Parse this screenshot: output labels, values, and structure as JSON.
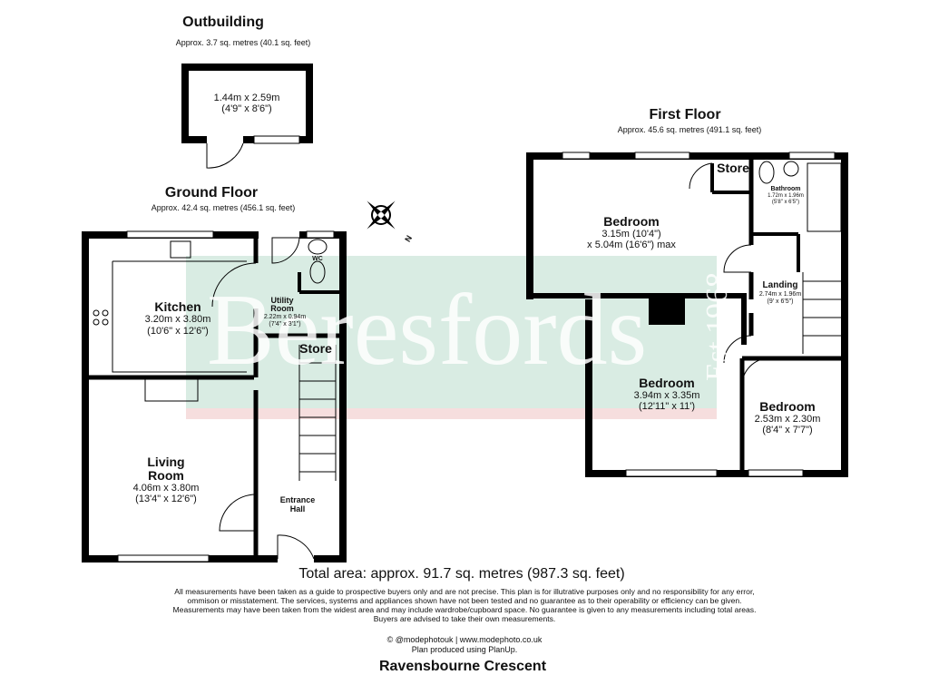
{
  "outbuilding": {
    "title": "Outbuilding",
    "area": "Approx. 3.7 sq. metres (40.1 sq. feet)",
    "room_dim": "1.44m x 2.59m",
    "room_dim_imperial": "(4'9\" x 8'6\")"
  },
  "ground_floor": {
    "title": "Ground Floor",
    "area": "Approx. 42.4 sq. metres (456.1 sq. feet)",
    "kitchen": {
      "name": "Kitchen",
      "dim": "3.20m x 3.80m",
      "dim_imperial": "(10'6\" x 12'6\")"
    },
    "utility": {
      "name_line1": "Utility",
      "name_line2": "Room",
      "dim": "2.22m x 0.94m",
      "dim_imperial": "(7'4\" x 3'1\")"
    },
    "wc": {
      "name": "WC"
    },
    "store": {
      "name": "Store"
    },
    "living": {
      "name_line1": "Living",
      "name_line2": "Room",
      "dim": "4.06m x 3.80m",
      "dim_imperial": "(13'4\" x 12'6\")"
    },
    "hall": {
      "name_line1": "Entrance",
      "name_line2": "Hall"
    }
  },
  "first_floor": {
    "title": "First Floor",
    "area": "Approx. 45.6 sq. metres (491.1 sq. feet)",
    "bedroom1": {
      "name": "Bedroom",
      "dim": "3.15m (10'4\")",
      "dim2": "x 5.04m (16'6\") max"
    },
    "store": {
      "name": "Store"
    },
    "bathroom": {
      "name": "Bathroom",
      "dim": "1.72m x 1.96m",
      "dim_imperial": "(5'8\" x 6'5\")"
    },
    "landing": {
      "name": "Landing",
      "dim": "2.74m x 1.96m",
      "dim_imperial": "(9' x 6'5\")"
    },
    "bedroom2": {
      "name": "Bedroom",
      "dim": "3.94m x 3.35m",
      "dim_imperial": "(12'11\" x 11')"
    },
    "bedroom3": {
      "name": "Bedroom",
      "dim": "2.53m x 2.30m",
      "dim_imperial": "(8'4\" x 7'7\")"
    }
  },
  "watermark": {
    "brand": "Beresfords",
    "est": "Est 1968",
    "colors": {
      "green": "#d9ece3",
      "pink": "#f6dede"
    }
  },
  "compass": {
    "icon": "compass-icon",
    "label": "N"
  },
  "total_area": "Total area: approx. 91.7 sq. metres (987.3 sq. feet)",
  "disclaimer": "All measurements have been taken as a guide to prospective buyers only and are not precise. This plan is for illutrative purposes only and no responsibility for any error, ommison or misstatement. The services, systems and appliances shown have not been tested and no guarantee as to their operability or efficiency can be given. Measurements may have been taken from the widest area and may include wardrobe/cupboard space. No guarantee is given to any measurements including total areas. Buyers are advised to take their own measurements.",
  "credit_line1": "© @modephotouk | www.modephoto.co.uk",
  "credit_line2": "Plan produced using PlanUp.",
  "address": "Ravensbourne Crescent"
}
